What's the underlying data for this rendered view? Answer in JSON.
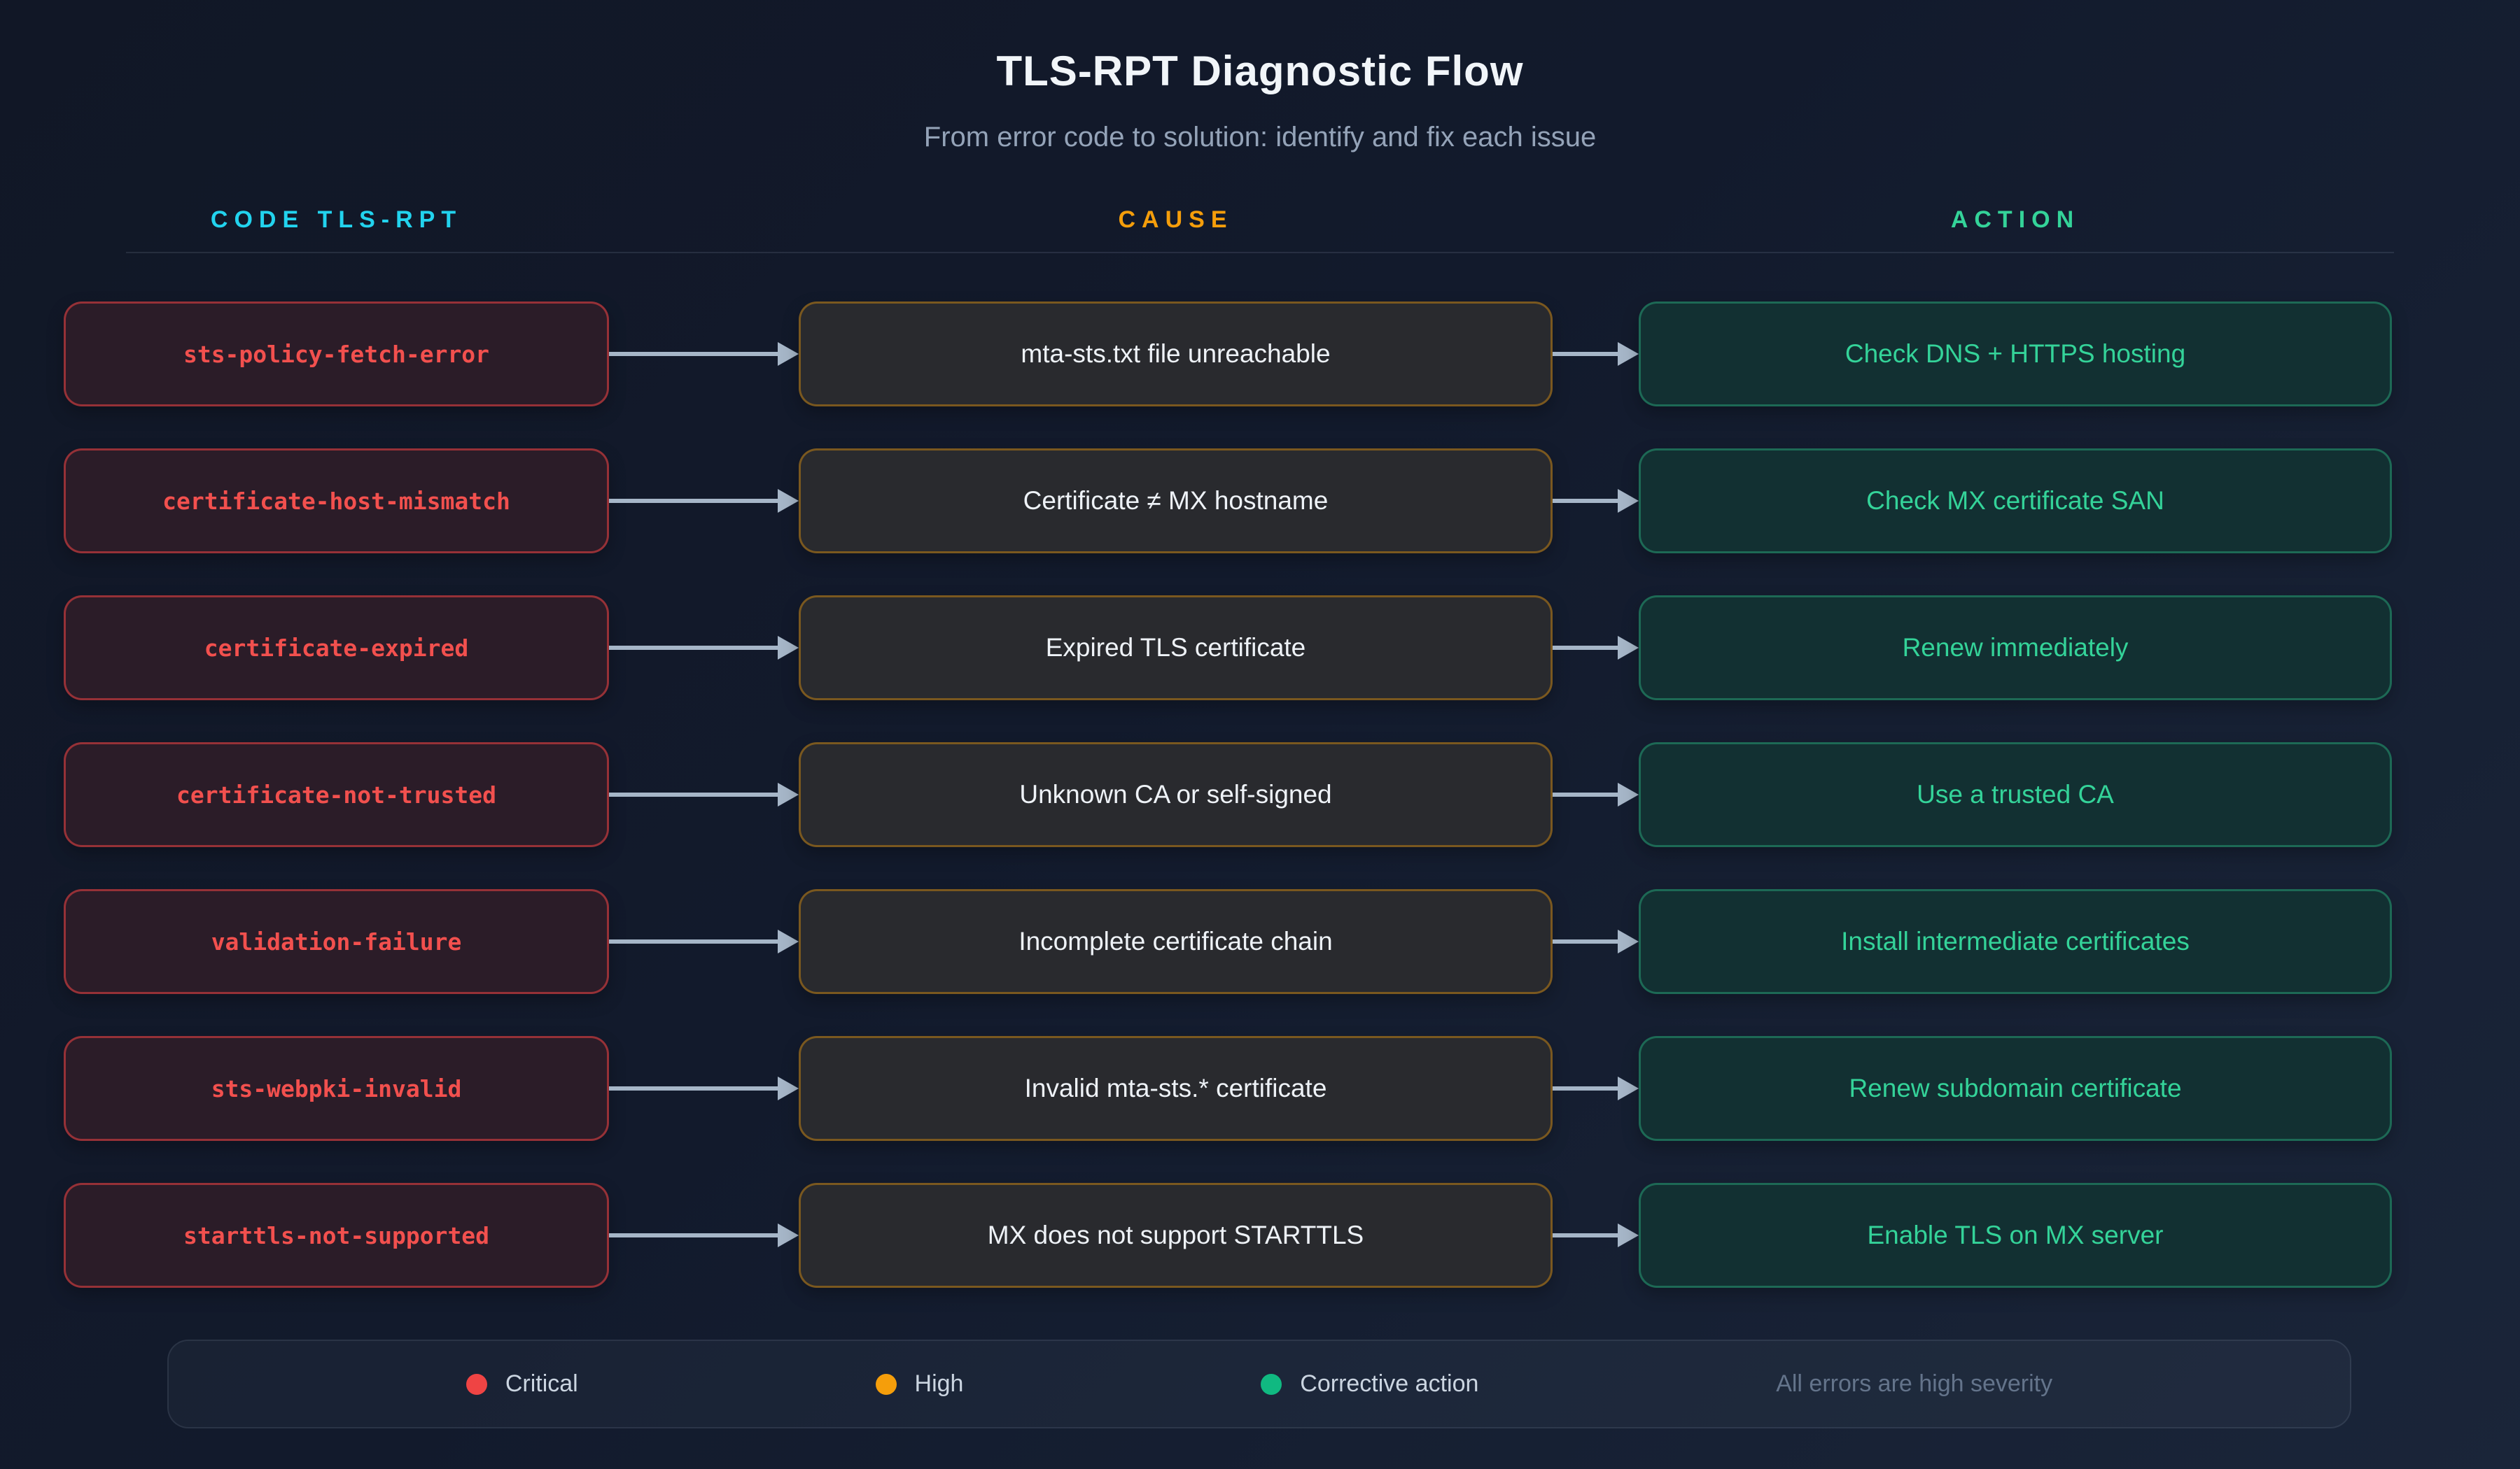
{
  "title": "TLS-RPT Diagnostic Flow",
  "subtitle": "From error code to solution: identify and fix each issue",
  "columns": [
    {
      "label": "CODE TLS-RPT",
      "color": "#22d3ee"
    },
    {
      "label": "CAUSE",
      "color": "#f59e0b"
    },
    {
      "label": "ACTION",
      "color": "#34d399"
    }
  ],
  "rows": [
    {
      "code": "sts-policy-fetch-error",
      "cause": "mta-sts.txt file unreachable",
      "action": "Check DNS + HTTPS hosting"
    },
    {
      "code": "certificate-host-mismatch",
      "cause": "Certificate ≠ MX hostname",
      "action": "Check MX certificate SAN"
    },
    {
      "code": "certificate-expired",
      "cause": "Expired TLS certificate",
      "action": "Renew immediately"
    },
    {
      "code": "certificate-not-trusted",
      "cause": "Unknown CA or self-signed",
      "action": "Use a trusted CA"
    },
    {
      "code": "validation-failure",
      "cause": "Incomplete certificate chain",
      "action": "Install intermediate certificates"
    },
    {
      "code": "sts-webpki-invalid",
      "cause": "Invalid mta-sts.* certificate",
      "action": "Renew subdomain certificate"
    },
    {
      "code": "starttls-not-supported",
      "cause": "MX does not support STARTTLS",
      "action": "Enable TLS on MX server"
    }
  ],
  "legend": {
    "items": [
      {
        "label": "Critical",
        "color": "#ef4444"
      },
      {
        "label": "High",
        "color": "#f59e0b"
      },
      {
        "label": "Corrective action",
        "color": "#10b981"
      }
    ],
    "note": "All errors are high severity"
  },
  "colors": {
    "code_text": "#f2504e",
    "cause_text": "#eef2f7",
    "action_text": "#34d399",
    "arrow": "#a6b6c8"
  }
}
